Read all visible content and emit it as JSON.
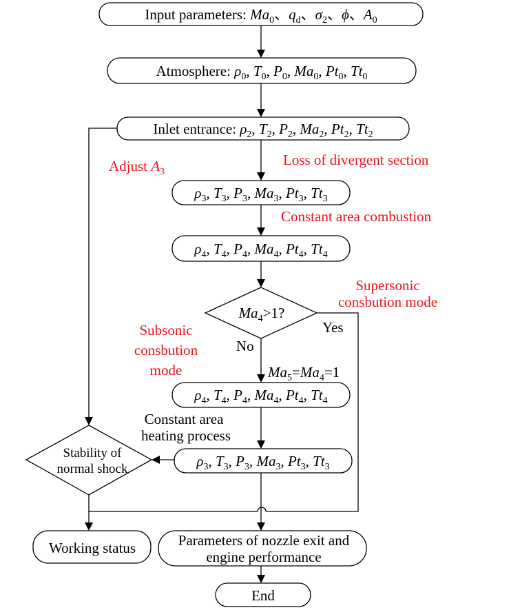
{
  "nodes": {
    "input": {
      "prefix": "Input parameters: ",
      "vars": [
        [
          "Ma",
          "0"
        ],
        [
          "q",
          "d"
        ],
        [
          "σ",
          "2"
        ],
        [
          "ϕ",
          ""
        ],
        [
          "A",
          "0"
        ]
      ],
      "sep": "、"
    },
    "atmosphere": {
      "prefix": "Atmosphere:  ",
      "vars": [
        [
          "ρ",
          "0"
        ],
        [
          "T",
          "0"
        ],
        [
          "P",
          "0"
        ],
        [
          "Ma",
          "0"
        ],
        [
          "Pt",
          "0"
        ],
        [
          "Tt",
          "0"
        ]
      ],
      "sep": ", "
    },
    "inlet": {
      "prefix": "Inlet entrance: ",
      "vars": [
        [
          "ρ",
          "2"
        ],
        [
          "T",
          "2"
        ],
        [
          "P",
          "2"
        ],
        [
          "Ma",
          "2"
        ],
        [
          "Pt",
          "2"
        ],
        [
          "Tt",
          "2"
        ]
      ],
      "sep": ", "
    },
    "station3a": {
      "prefix": "",
      "vars": [
        [
          "ρ",
          "3"
        ],
        [
          "T",
          "3"
        ],
        [
          "P",
          "3"
        ],
        [
          "Ma",
          "3"
        ],
        [
          "Pt",
          "3"
        ],
        [
          "Tt",
          "3"
        ]
      ],
      "sep": ", "
    },
    "station4a": {
      "prefix": "",
      "vars": [
        [
          "ρ",
          "4"
        ],
        [
          "T",
          "4"
        ],
        [
          "P",
          "4"
        ],
        [
          "Ma",
          "4"
        ],
        [
          "Pt",
          "4"
        ],
        [
          "Tt",
          "4"
        ]
      ],
      "sep": ", "
    },
    "decision": {
      "var": "Ma",
      "sub": "4",
      "rest": ">1?"
    },
    "station4b": {
      "prefix": "",
      "vars": [
        [
          "ρ",
          "4"
        ],
        [
          "T",
          "4"
        ],
        [
          "P",
          "4"
        ],
        [
          "Ma",
          "4"
        ],
        [
          "Pt",
          "4"
        ],
        [
          "Tt",
          "4"
        ]
      ],
      "sep": ", "
    },
    "station3b": {
      "prefix": "",
      "vars": [
        [
          "ρ",
          "3"
        ],
        [
          "T",
          "3"
        ],
        [
          "P",
          "3"
        ],
        [
          "Ma",
          "3"
        ],
        [
          "Pt",
          "3"
        ],
        [
          "Tt",
          "3"
        ]
      ],
      "sep": ", "
    },
    "stability": [
      "Stability of",
      "normal shock"
    ],
    "working": "Working status",
    "nozzle": [
      "Parameters of nozzle exit and",
      "engine performance"
    ],
    "end": "End"
  },
  "labels": {
    "adjust": {
      "text": "Adjust ",
      "var": "A",
      "sub": "3"
    },
    "loss_divergent": "Loss of divergent section",
    "constant_combustion": "Constant area combustion",
    "supersonic": [
      "Supersonic",
      "consbution mode"
    ],
    "subsonic": [
      "Subsonic",
      "consbution",
      "mode"
    ],
    "yes": "Yes",
    "no": "No",
    "ma5_eq": {
      "a": "Ma",
      "a_sub": "5",
      "b": "Ma",
      "b_sub": "4",
      "rest": "=1"
    },
    "constant_heating": [
      "Constant area",
      "heating process"
    ]
  },
  "colors": {
    "annotation": "#e8131b",
    "line": "#000000"
  }
}
